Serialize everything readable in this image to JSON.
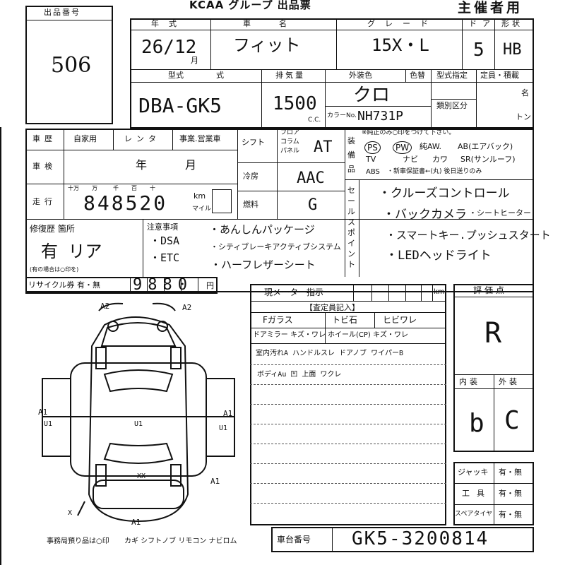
{
  "header": {
    "title": "KCAA グループ 出品票",
    "organizer": "主催者用"
  },
  "lot": {
    "label": "出品番号",
    "number": "506"
  },
  "row1": {
    "year_label": "年式",
    "year": "26/12",
    "month_unit": "月",
    "car_label": "車名",
    "car": "フィット",
    "grade_label": "グレード",
    "grade": "15X・L",
    "door_label": "ドア",
    "door": "5",
    "shape_label": "形状",
    "shape": "HB"
  },
  "row2": {
    "model_label": "型式",
    "model": "DBA-GK5",
    "displacement_label": "排気量",
    "displacement": "1500",
    "cc": "C.C.",
    "color_label": "外装色",
    "color": "クロ",
    "color_change_label": "色替",
    "color_no_label": "カラーNo.",
    "color_no": "NH731P",
    "type_label": "型式指定",
    "class_label": "類別区分",
    "capacity_label": "定員・積載",
    "mei": "名",
    "ton": "トン"
  },
  "history": {
    "label": "車歴",
    "options": [
      "自家用",
      "レンタ",
      "事業.営業車"
    ],
    "shaken_label": "車検",
    "shaken_year": "年",
    "shaken_month": "月",
    "mileage_label": "走行",
    "mileage_units": [
      "十万",
      "万",
      "千",
      "百",
      "十",
      "km"
    ],
    "mileage": "848520",
    "km": "km",
    "mile": "マイル"
  },
  "shift": {
    "label": "シフト",
    "opts": [
      "フロア",
      "コラム",
      "パネル"
    ],
    "value": "AT"
  },
  "aircon": {
    "label": "冷房",
    "value": "AAC"
  },
  "fuel": {
    "label": "燃料",
    "value": "G"
  },
  "equipment": {
    "label": "装備品",
    "note": "※純正のみ○印をつけて下さい。",
    "row1": [
      "PS",
      "PW",
      "純AW.",
      "AB(エアバック)"
    ],
    "row2": [
      "TV",
      "ナビ",
      "カワ",
      "SR(サンルーフ)"
    ],
    "row3": [
      "ABS",
      "・新車保証書←(丸) 後日送りのみ"
    ]
  },
  "sales_points": {
    "label": "セールスポイント",
    "items": [
      "・クルーズコントロール",
      "・バックカメラ",
      "・シートヒーター",
      "・スマートキー.プッシュスタート",
      "・LEDヘッドライト"
    ]
  },
  "repair": {
    "label": "修復歴 箇所",
    "value": "有 リア",
    "note": "(有の場合は○印を)"
  },
  "notes": {
    "label": "注意事項",
    "items": [
      "・DSA",
      "・ETC",
      "・あんしんパッケージ",
      "・シティブレーキアクティブシステム",
      "・ハーフレザーシート"
    ]
  },
  "recycle": {
    "label": "リサイクル券 有・無",
    "amount": "9880",
    "unit": "円"
  },
  "meter": {
    "label": "現メーター指示",
    "unit": "km"
  },
  "inspector": {
    "label": "【査定員記入】",
    "glass": "Fガラス",
    "glass_vals": "トビ石",
    "crack": "ヒビワレ",
    "mirror": "ドアミラー キズ・ワレ",
    "wheel": "ホイール(CP) キズ・ワレ",
    "remark1": "室内汚れA ハンドルスレ ドアノブ ワイパーB",
    "remark2": "ボディAu 凹 上面 ワクレ"
  },
  "score": {
    "label": "評価点",
    "value": "R"
  },
  "interior": {
    "label": "内装",
    "value": "b"
  },
  "exterior": {
    "label": "外装",
    "value": "C"
  },
  "tools": {
    "jack": "ジャッキ",
    "tool": "工具",
    "spare": "スペアタイヤ",
    "yesno": "有・無"
  },
  "chassis": {
    "label": "車台番号",
    "value": "GK5-3200814"
  },
  "office": {
    "note": "事務局預り品は○印",
    "items": "カギ シフトノブ リモコン ナビロム"
  },
  "diagram_marks": [
    "A2",
    "A2",
    "A1",
    "U1",
    "U1",
    "A1",
    "U1",
    "XX",
    "A1",
    "A1",
    "X"
  ]
}
